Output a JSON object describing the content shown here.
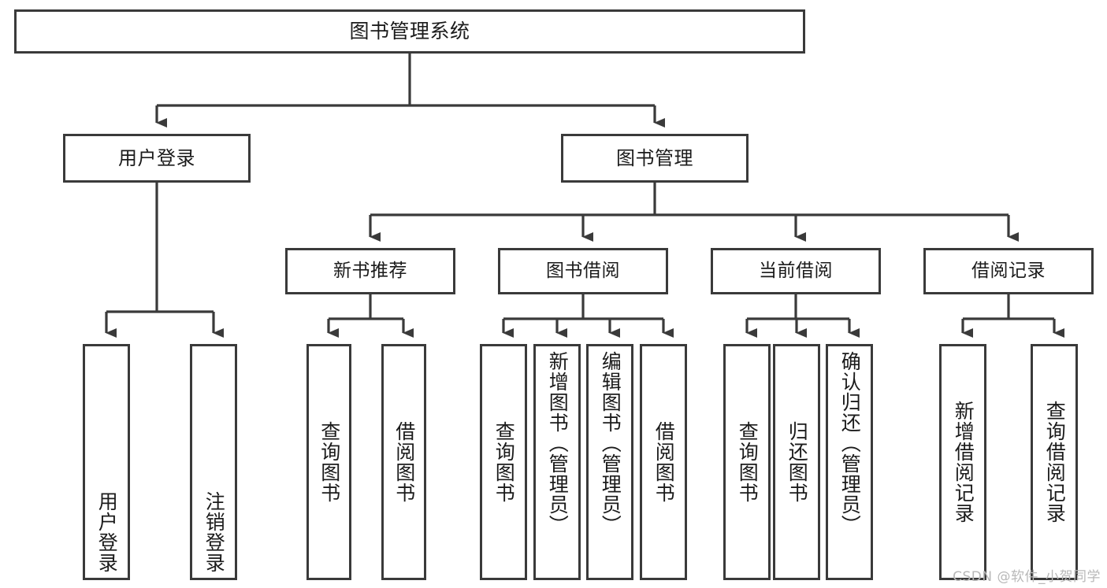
{
  "diagram": {
    "title": "图书管理系统",
    "type": "tree-diagram",
    "stroke_color": "#3a3a3a",
    "text_color": "#1b1b1b",
    "background_color": "#ffffff"
  },
  "nodes": {
    "root": {
      "label": "图书管理系统"
    },
    "level2": [
      {
        "label": "用户登录"
      },
      {
        "label": "图书管理"
      }
    ],
    "level3": [
      {
        "label": "新书推荐"
      },
      {
        "label": "图书借阅"
      },
      {
        "label": "当前借阅"
      },
      {
        "label": "借阅记录"
      }
    ],
    "leaves": {
      "user_login": [
        {
          "label": "用户登录"
        },
        {
          "label": "注销登录"
        }
      ],
      "new_book": [
        {
          "label": "查询图书"
        },
        {
          "label": "借阅图书"
        }
      ],
      "borrow_book": [
        {
          "label": "查询图书"
        },
        {
          "label": "新增图书（管理员）"
        },
        {
          "label": "编辑图书（管理员）"
        },
        {
          "label": "借阅图书"
        }
      ],
      "current_borrow": [
        {
          "label": "查询图书"
        },
        {
          "label": "归还图书"
        },
        {
          "label": "确认归还（管理员）"
        }
      ],
      "borrow_record": [
        {
          "label": "新增借阅记录"
        },
        {
          "label": "查询借阅记录"
        }
      ]
    }
  },
  "watermark": {
    "text": "CSDN @软件_小贺同学"
  }
}
